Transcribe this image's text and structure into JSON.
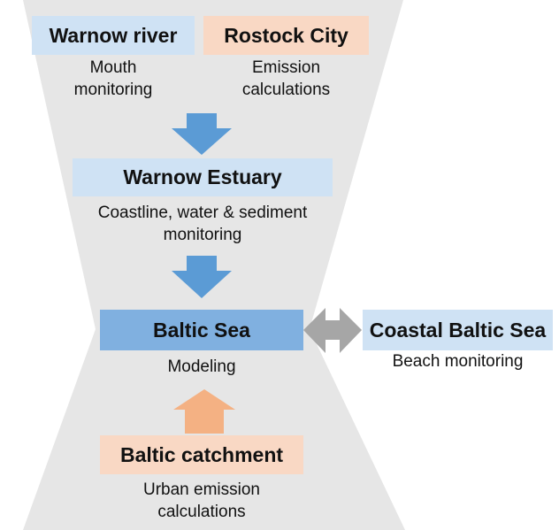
{
  "colors": {
    "funnel_gray": "#e6e6e6",
    "light_blue": "#cfe2f4",
    "mid_blue": "#80b0e0",
    "light_orange": "#f9d8c4",
    "arrow_blue": "#5b9bd5",
    "arrow_orange": "#f4b183",
    "arrow_gray": "#a6a6a6"
  },
  "nodes": {
    "warnow_river": {
      "label": "Warnow river",
      "sub": [
        "Mouth",
        "monitoring"
      ]
    },
    "rostock_city": {
      "label": "Rostock City",
      "sub": [
        "Emission",
        "calculations"
      ]
    },
    "warnow_estuary": {
      "label": "Warnow Estuary",
      "sub": [
        "Coastline, water & sediment",
        "monitoring"
      ]
    },
    "baltic_sea": {
      "label": "Baltic Sea",
      "sub": [
        "Modeling"
      ]
    },
    "coastal_baltic_sea": {
      "label": "Coastal Baltic Sea",
      "sub": [
        "Beach monitoring"
      ]
    },
    "baltic_catchment": {
      "label": "Baltic catchment",
      "sub": [
        "Urban emission",
        "calculations"
      ]
    }
  },
  "arrows": [
    {
      "from": "top_sources",
      "to": "warnow_estuary",
      "color": "arrow_blue",
      "direction": "down"
    },
    {
      "from": "warnow_estuary",
      "to": "baltic_sea",
      "color": "arrow_blue",
      "direction": "down"
    },
    {
      "from": "baltic_catchment",
      "to": "baltic_sea",
      "color": "arrow_orange",
      "direction": "up"
    },
    {
      "from": "baltic_sea",
      "to": "coastal_baltic_sea",
      "color": "arrow_gray",
      "direction": "both"
    }
  ]
}
